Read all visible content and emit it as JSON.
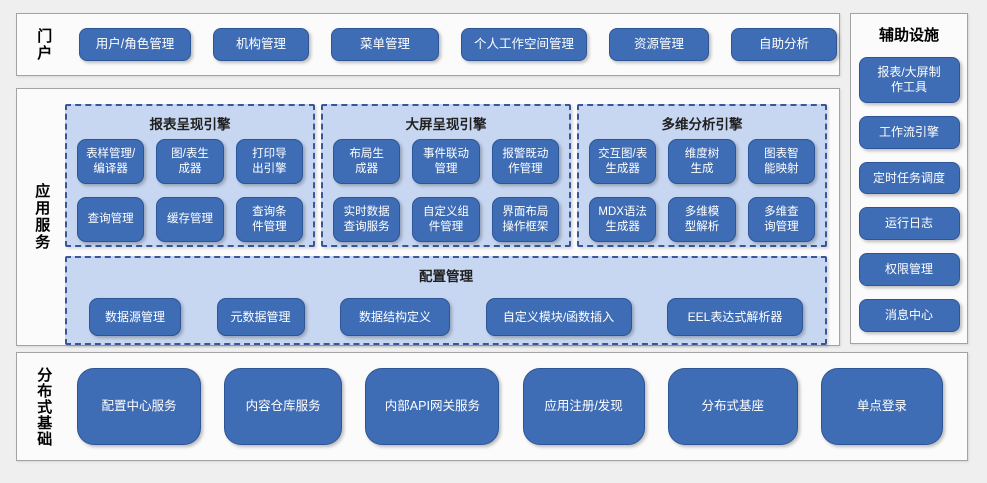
{
  "colors": {
    "page_bg": "#EFEFEF",
    "section_bg": "#FBFBFB",
    "section_border": "#A3A3A3",
    "button_fill": "#3F6DB5",
    "button_border": "#2E5596",
    "button_text": "#FFFFFF",
    "panel_fill": "#C7D7F1",
    "panel_border": "#3A5697"
  },
  "portal": {
    "label": "门户",
    "buttons": [
      "用户/角色管理",
      "机构管理",
      "菜单管理",
      "个人工作空间管理",
      "资源管理",
      "自助分析"
    ]
  },
  "app_services": {
    "label": "应用服务",
    "engines": [
      {
        "title": "报表呈现引擎",
        "buttons": [
          "表样管理/\n编译器",
          "图/表生\n成器",
          "打印导\n出引擎",
          "查询管理",
          "缓存管理",
          "查询条\n件管理"
        ]
      },
      {
        "title": "大屏呈现引擎",
        "buttons": [
          "布局生\n成器",
          "事件联动\n管理",
          "报警既动\n作管理",
          "实时数据\n查询服务",
          "自定义组\n件管理",
          "界面布局\n操作框架"
        ]
      },
      {
        "title": "多维分析引擎",
        "buttons": [
          "交互图/表\n生成器",
          "维度树\n生成",
          "图表智\n能映射",
          "MDX语法\n生成器",
          "多维模\n型解析",
          "多维查\n询管理"
        ]
      }
    ],
    "config": {
      "title": "配置管理",
      "buttons": [
        "数据源管理",
        "元数据管理",
        "数据结构定义",
        "自定义模块/函数插入",
        "EEL表达式解析器"
      ]
    }
  },
  "distributed": {
    "label": "分布式基础",
    "buttons": [
      "配置中心服务",
      "内容仓库服务",
      "内部API网关服务",
      "应用注册/发现",
      "分布式基座",
      "单点登录"
    ]
  },
  "auxiliary": {
    "title": "辅助设施",
    "buttons": [
      "报表/大屏制\n作工具",
      "工作流引擎",
      "定时任务调度",
      "运行日志",
      "权限管理",
      "消息中心"
    ]
  }
}
